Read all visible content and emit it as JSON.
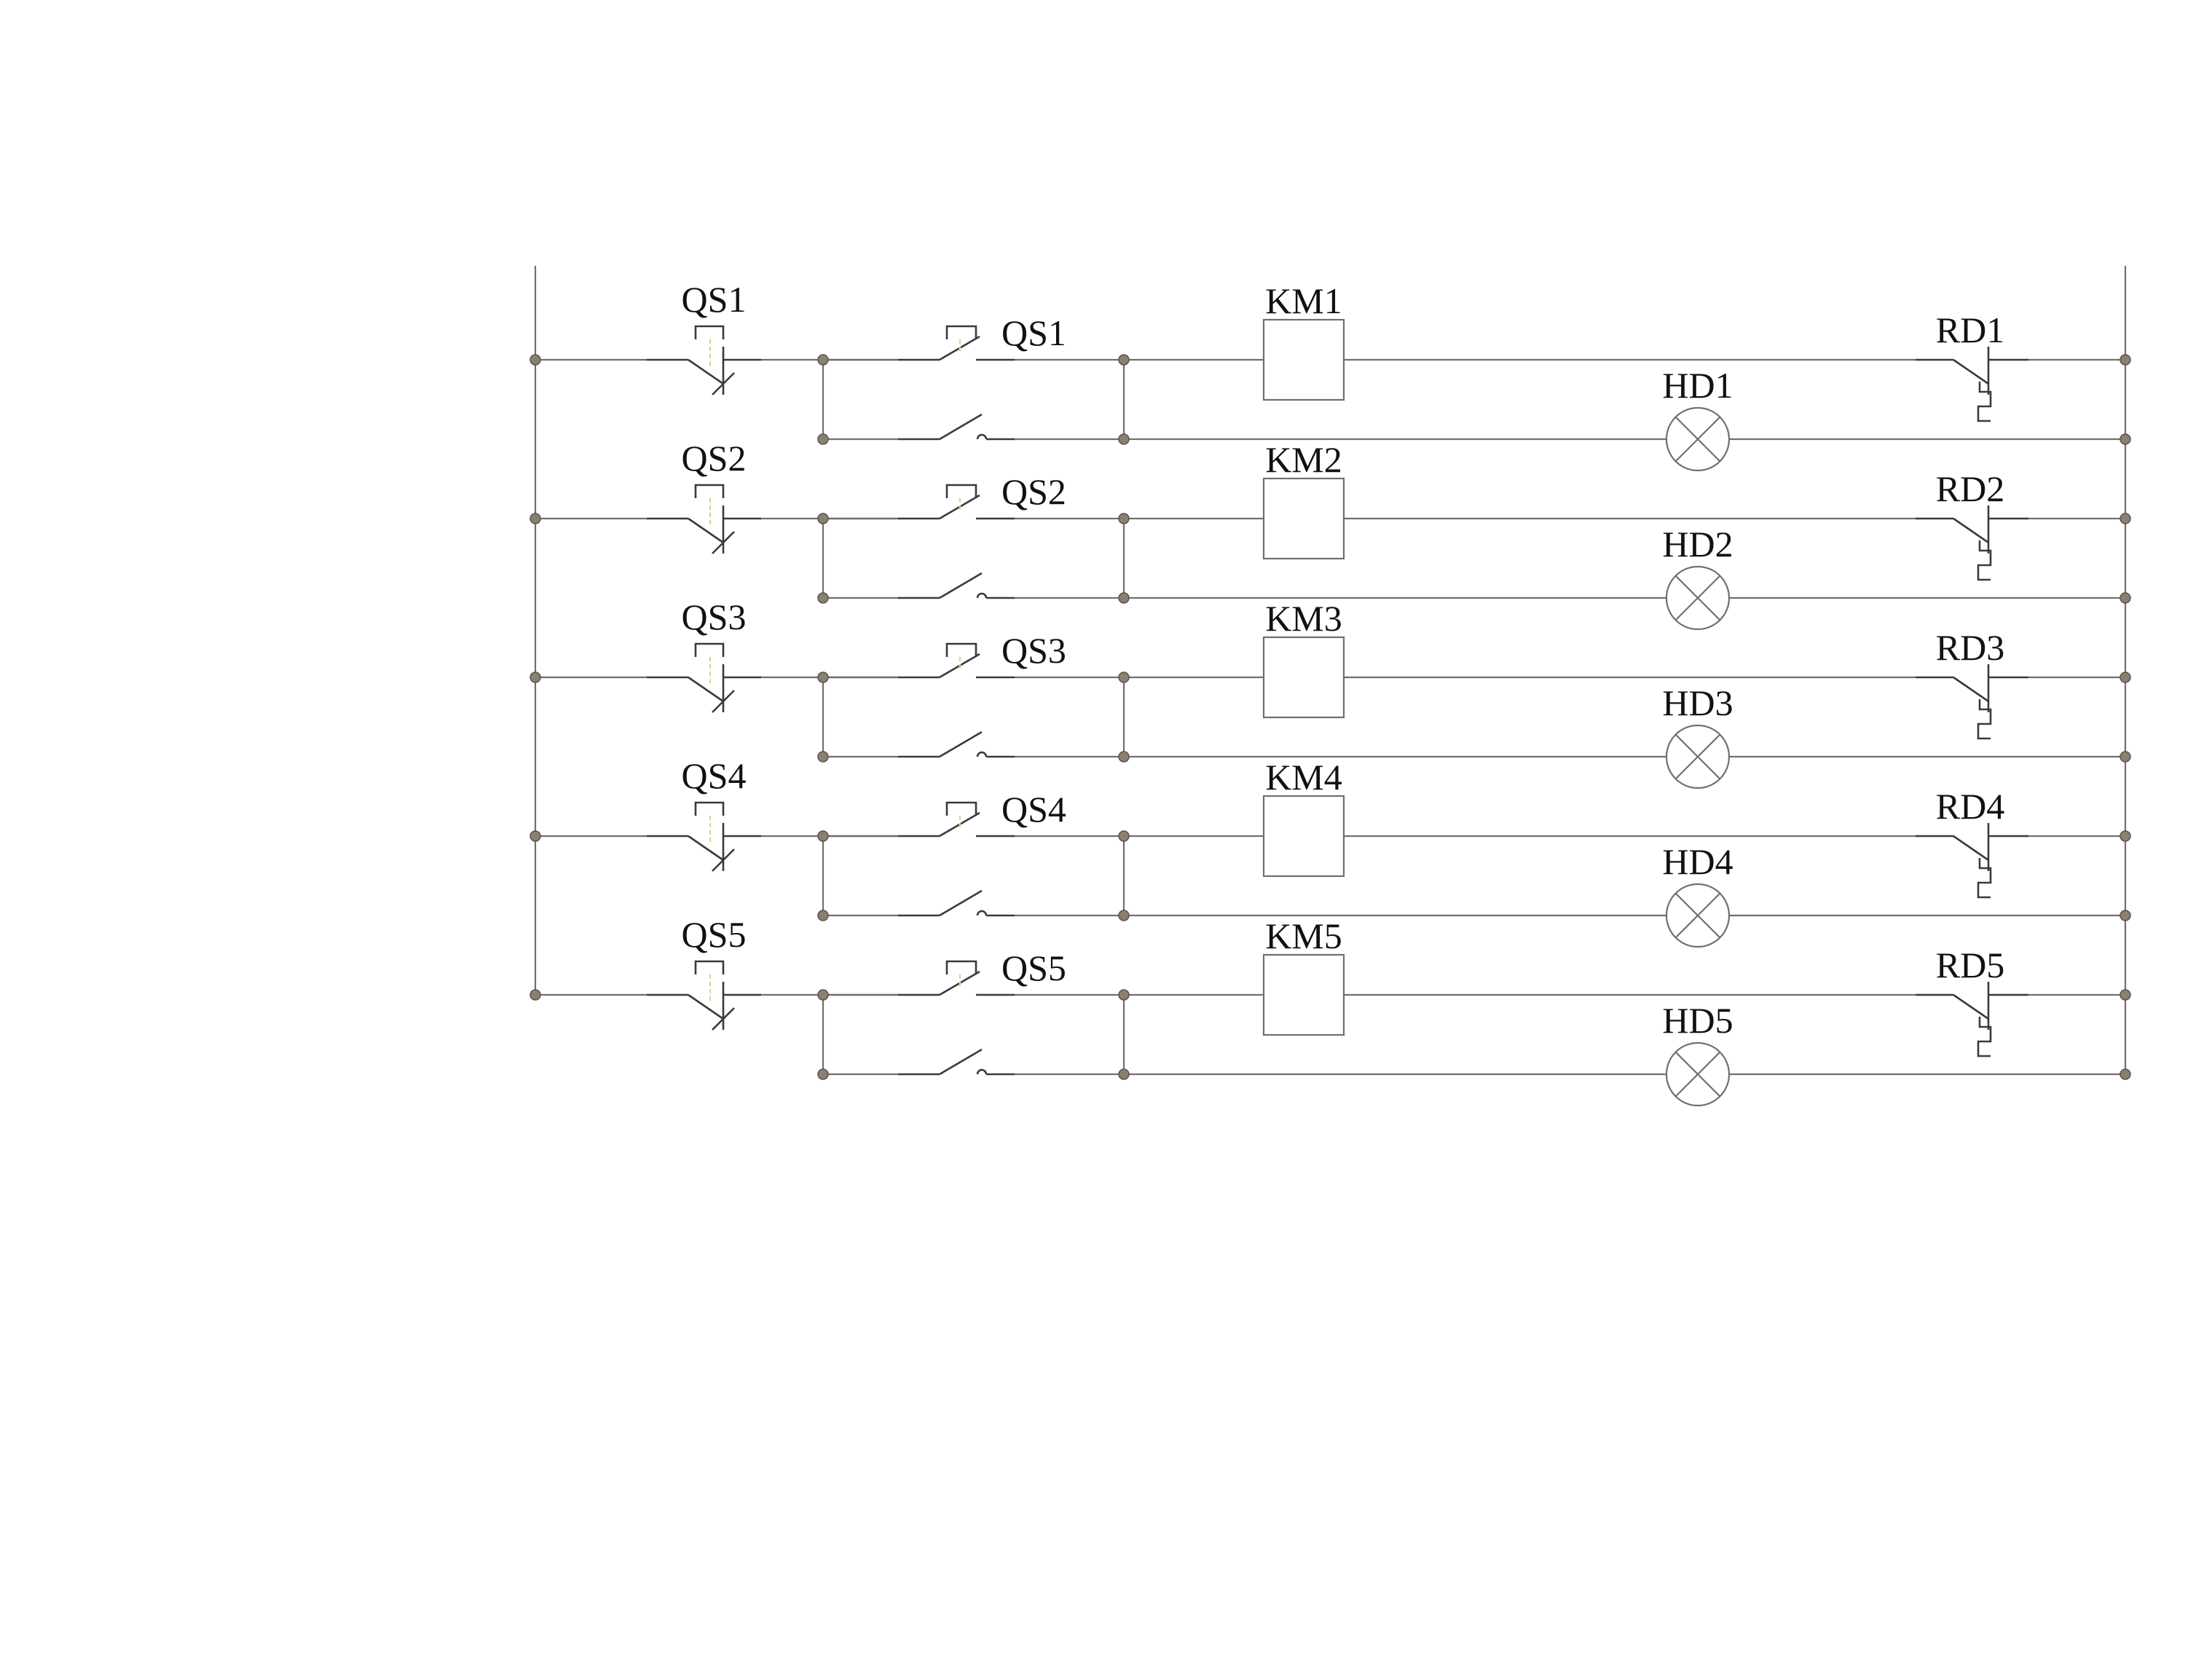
{
  "rows": [
    {
      "stop": "QS1",
      "start": "QS1",
      "coil": "KM1",
      "lamp": "HD1",
      "overload": "RD1"
    },
    {
      "stop": "QS2",
      "start": "QS2",
      "coil": "KM2",
      "lamp": "HD2",
      "overload": "RD2"
    },
    {
      "stop": "QS3",
      "start": "QS3",
      "coil": "KM3",
      "lamp": "HD3",
      "overload": "RD3"
    },
    {
      "stop": "QS4",
      "start": "QS4",
      "coil": "KM4",
      "lamp": "HD4",
      "overload": "RD4"
    },
    {
      "stop": "QS5",
      "start": "QS5",
      "coil": "KM5",
      "lamp": "HD5",
      "overload": "RD5"
    }
  ]
}
